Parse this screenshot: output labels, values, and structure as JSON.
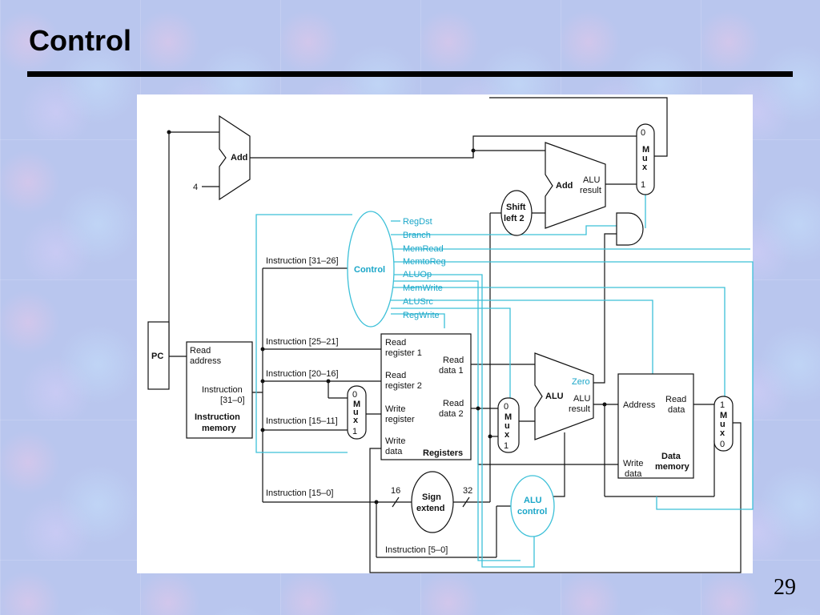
{
  "slide": {
    "title": "Control",
    "page_number": "29"
  },
  "diagram": {
    "pc": "PC",
    "add_top": "Add",
    "const4": "4",
    "add_branch": "Add",
    "alu_result_top": [
      "ALU",
      "result"
    ],
    "shift_left2": [
      "Shift",
      "left 2"
    ],
    "mux_top": [
      "0",
      "M",
      "u",
      "x",
      "1"
    ],
    "control": "Control",
    "control_signals": [
      "RegDst",
      "Branch",
      "MemRead",
      "MemtoReg",
      "ALUOp",
      "MemWrite",
      "ALUSrc",
      "RegWrite"
    ],
    "instr_31_26": "Instruction [31–26]",
    "instr_25_21": "Instruction [25–21]",
    "instr_20_16": "Instruction [20–16]",
    "instr_15_11": "Instruction [15–11]",
    "instr_15_0": "Instruction [15–0]",
    "instr_5_0": "Instruction [5–0]",
    "imem": {
      "read_address": [
        "Read",
        "address"
      ],
      "instruction": [
        "Instruction",
        "[31–0]"
      ],
      "name": [
        "Instruction",
        "memory"
      ]
    },
    "mux_regdst": [
      "0",
      "M",
      "u",
      "x",
      "1"
    ],
    "registers": {
      "read_reg1": [
        "Read",
        "register 1"
      ],
      "read_reg2": [
        "Read",
        "register 2"
      ],
      "write_reg": [
        "Write",
        "register"
      ],
      "write_data": [
        "Write",
        "data"
      ],
      "read_data1": [
        "Read",
        "data 1"
      ],
      "read_data2": [
        "Read",
        "data 2"
      ],
      "name": "Registers"
    },
    "mux_alusrc": [
      "0",
      "M",
      "u",
      "x",
      "1"
    ],
    "alu": "ALU",
    "zero": "Zero",
    "alu_result": [
      "ALU",
      "result"
    ],
    "sign_extend": [
      "Sign",
      "extend"
    ],
    "bits16": "16",
    "bits32": "32",
    "alu_control": [
      "ALU",
      "control"
    ],
    "dmem": {
      "address": "Address",
      "read_data": [
        "Read",
        "data"
      ],
      "write_data": [
        "Write",
        "data"
      ],
      "name": [
        "Data",
        "memory"
      ]
    },
    "mux_mem": [
      "1",
      "M",
      "u",
      "x",
      "0"
    ]
  }
}
